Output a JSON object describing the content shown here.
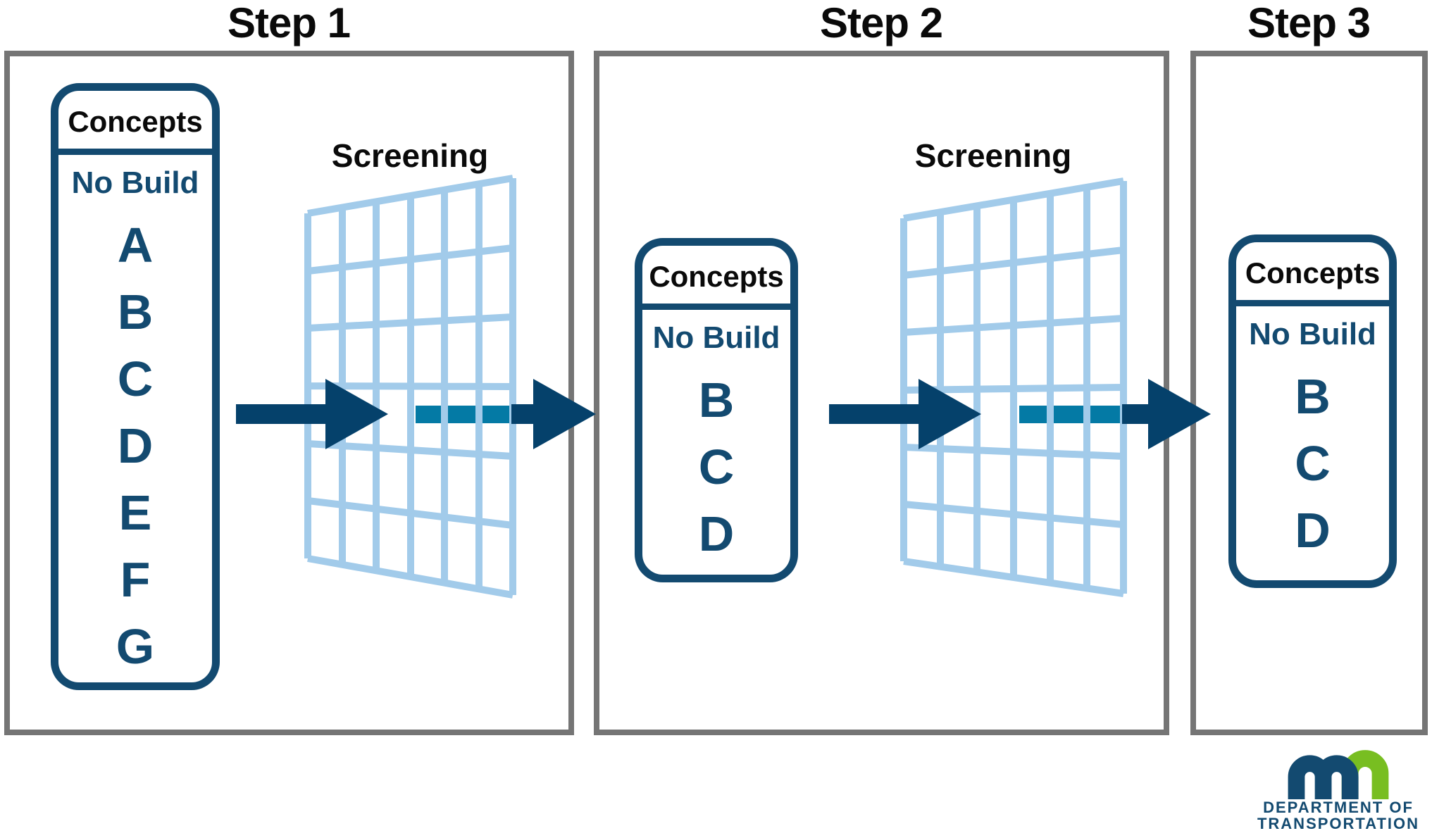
{
  "colors": {
    "navy": "#134a70",
    "navy_dark": "#05416b",
    "teal": "#047aa5",
    "sky_blue": "#a2cbea",
    "green": "#78be21",
    "border_gray": "#757575",
    "ink": "#0a0a0a"
  },
  "steps": [
    {
      "title": "Step 1",
      "screening_label": "Screening",
      "concepts": {
        "header": "Concepts",
        "no_build": "No Build",
        "letters": [
          "A",
          "B",
          "C",
          "D",
          "E",
          "F",
          "G"
        ]
      }
    },
    {
      "title": "Step 2",
      "screening_label": "Screening",
      "concepts": {
        "header": "Concepts",
        "no_build": "No Build",
        "letters": [
          "B",
          "C",
          "D"
        ]
      }
    },
    {
      "title": "Step 3",
      "concepts": {
        "header": "Concepts",
        "no_build": "No Build",
        "letters": [
          "B",
          "C",
          "D"
        ]
      }
    }
  ],
  "logo": {
    "department_line1": "DEPARTMENT OF",
    "department_line2": "TRANSPORTATION"
  }
}
